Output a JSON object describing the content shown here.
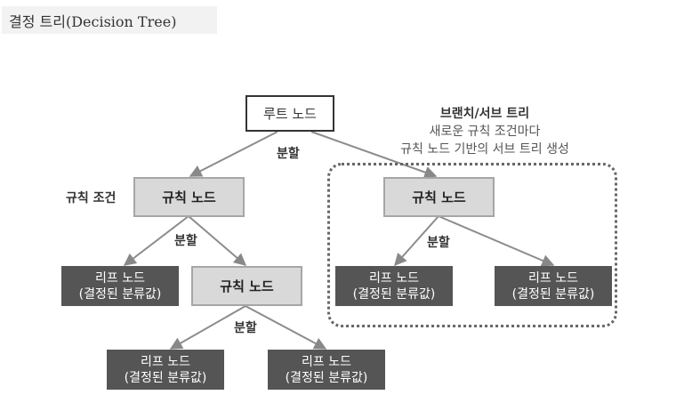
{
  "title": "결정 트리(Decision Tree)",
  "root_label": "루트 노드",
  "split_label": "분할",
  "rule_condition_label": "규칙 조건",
  "rule_node_label": "규칙 노드",
  "leaf_line1": "리프 노드",
  "leaf_line2": "(결정된 분류값)",
  "branch": {
    "title": "브랜치/서브 트리",
    "line1": "새로운 규칙 조건마다",
    "line2": "규칙 노드 기반의 서브 트리 생성"
  }
}
